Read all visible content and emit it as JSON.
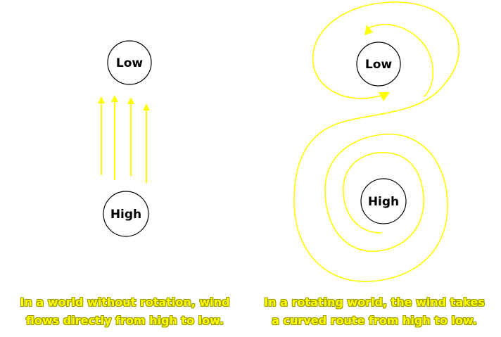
{
  "colors": {
    "wind": "#ffff00",
    "circle_stroke": "#000000",
    "circle_fill": "#ffffff",
    "caption_text": "#ffff00"
  },
  "left_panel": {
    "low_label": "Low",
    "high_label": "High",
    "caption_line1": "In a world without rotation, wind",
    "caption_line2": "flows directly from high to low."
  },
  "right_panel": {
    "low_label": "Low",
    "high_label": "High",
    "caption_line1": "In a rotating world, the wind takes",
    "caption_line2": "a curved route from high to low."
  }
}
